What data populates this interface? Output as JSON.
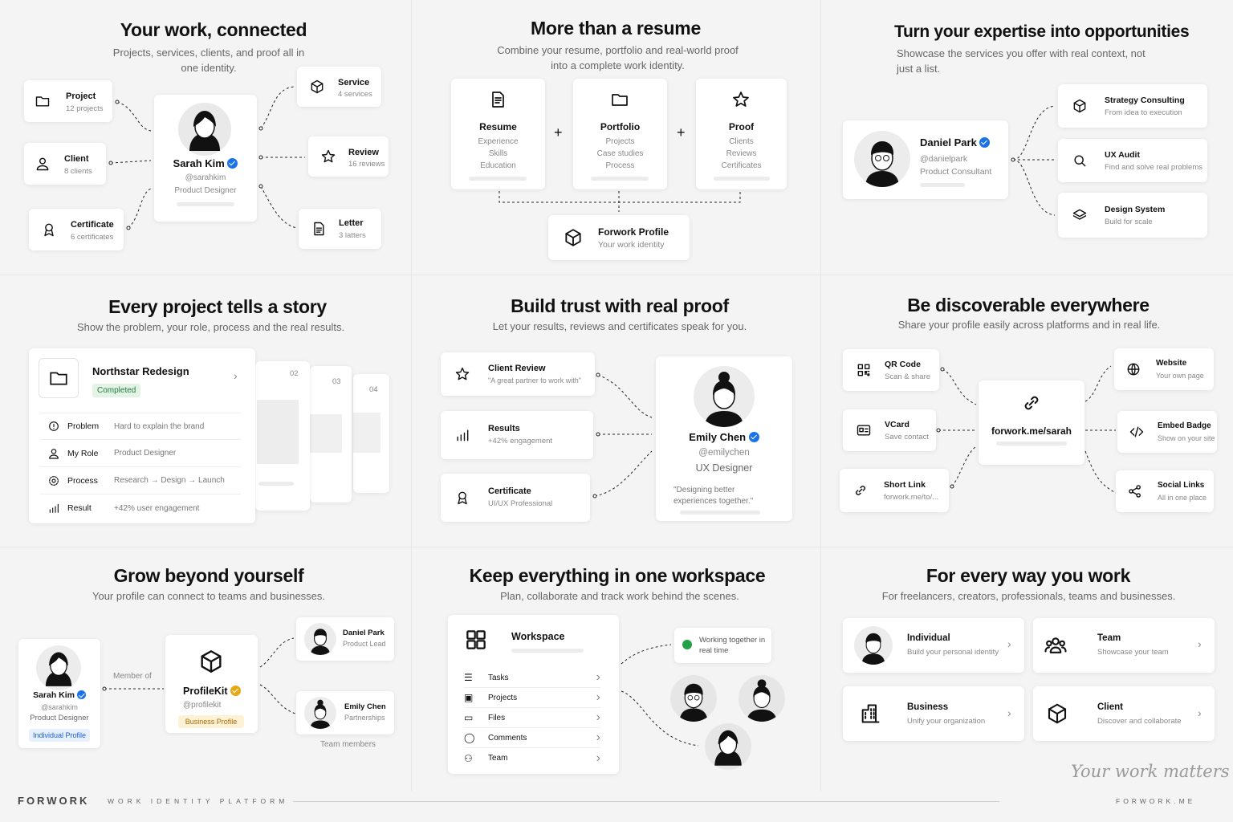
{
  "p1": {
    "title": "Your work, connected",
    "subtitle": "Projects, services, clients, and proof all in one identity.",
    "profile": {
      "name": "Sarah Kim",
      "handle": "@sarahkim",
      "role": "Product Designer"
    },
    "items": [
      {
        "label": "Project",
        "sub": "12 projects",
        "icon": "folder-icon"
      },
      {
        "label": "Client",
        "sub": "8 clients",
        "icon": "user-icon"
      },
      {
        "label": "Certificate",
        "sub": "6 certificates",
        "icon": "award-icon"
      },
      {
        "label": "Service",
        "sub": "4 services",
        "icon": "cube-icon"
      },
      {
        "label": "Review",
        "sub": "16 reviews",
        "icon": "star-icon"
      },
      {
        "label": "Letter",
        "sub": "3 latters",
        "icon": "document-icon"
      }
    ]
  },
  "p2": {
    "title": "More than a resume",
    "subtitle": "Combine your resume, portfolio and real-world proof into a complete work identity.",
    "cols": [
      {
        "label": "Resume",
        "lines": [
          "Experience",
          "Skills",
          "Education"
        ]
      },
      {
        "label": "Portfolio",
        "lines": [
          "Projects",
          "Case studies",
          "Process"
        ]
      },
      {
        "label": "Proof",
        "lines": [
          "Clients",
          "Reviews",
          "Certificates"
        ]
      }
    ],
    "plus": "+",
    "result": {
      "label": "Forwork Profile",
      "sub": "Your work identity"
    }
  },
  "p3": {
    "title": "Turn your expertise into opportunities",
    "subtitle": "Showcase the services you offer with real context, not just a list.",
    "profile": {
      "name": "Daniel Park",
      "handle": "@danielpark",
      "role": "Product Consultant"
    },
    "services": [
      {
        "label": "Strategy Consulting",
        "sub": "From idea to execution"
      },
      {
        "label": "UX Audit",
        "sub": "Find and solve real problems"
      },
      {
        "label": "Design System",
        "sub": "Build for scale"
      }
    ]
  },
  "p4": {
    "title": "Every project tells a story",
    "subtitle": "Show the problem, your role, process and the real results.",
    "project": {
      "name": "Northstar Redesign",
      "status": "Completed"
    },
    "rows": [
      {
        "k": "Problem",
        "v": "Hard to explain the brand"
      },
      {
        "k": "My Role",
        "v": "Product Designer"
      },
      {
        "k": "Process",
        "v": "Research → Design → Launch"
      },
      {
        "k": "Result",
        "v": "+42% user engagement"
      }
    ],
    "pages": [
      "02",
      "03",
      "04"
    ]
  },
  "p5": {
    "title": "Build trust with real proof",
    "subtitle": "Let your results, reviews and certificates speak for you.",
    "items": [
      {
        "label": "Client Review",
        "sub": "\"A great partner to work with\""
      },
      {
        "label": "Results",
        "sub": "+42% engagement"
      },
      {
        "label": "Certificate",
        "sub": "UI/UX Professional"
      }
    ],
    "profile": {
      "name": "Emily Chen",
      "handle": "@emilychen",
      "role": "UX Designer",
      "quote": "\"Designing better experiences together.\""
    }
  },
  "p6": {
    "title": "Be discoverable everywhere",
    "subtitle": "Share your profile easily across platforms and in real life.",
    "link": "forwork.me/sarah",
    "left": [
      {
        "label": "QR Code",
        "sub": "Scan & share"
      },
      {
        "label": "VCard",
        "sub": "Save contact"
      },
      {
        "label": "Short Link",
        "sub": "forwork.me/to/..."
      }
    ],
    "right": [
      {
        "label": "Website",
        "sub": "Your own page"
      },
      {
        "label": "Embed Badge",
        "sub": "Show on your site"
      },
      {
        "label": "Social Links",
        "sub": "All in one place"
      }
    ]
  },
  "p7": {
    "title": "Grow beyond yourself",
    "subtitle": "Your profile can connect to teams and businesses.",
    "profile": {
      "name": "Sarah Kim",
      "handle": "@sarahkim",
      "role": "Product Designer",
      "tag": "Individual Profile"
    },
    "member": "Member of",
    "org": {
      "name": "ProfileKit",
      "handle": "@profilekit",
      "tag": "Business Profile"
    },
    "team": [
      {
        "name": "Daniel Park",
        "sub": "Product Lead"
      },
      {
        "name": "Emily Chen",
        "sub": "Partnerships"
      }
    ],
    "team_label": "Team members"
  },
  "p8": {
    "title": "Keep everything in one workspace",
    "subtitle": "Plan, collaborate and track work behind the scenes.",
    "workspace": "Workspace",
    "menu": [
      "Tasks",
      "Projects",
      "Files",
      "Comments",
      "Team"
    ],
    "status": "Working together in real time"
  },
  "p9": {
    "title": "For every way you work",
    "subtitle": "For freelancers, creators, professionals, teams and businesses.",
    "types": [
      {
        "label": "Individual",
        "sub": "Build your personal identity"
      },
      {
        "label": "Team",
        "sub": "Showcase your team"
      },
      {
        "label": "Business",
        "sub": "Unify your organization"
      },
      {
        "label": "Client",
        "sub": "Discover and collaborate"
      }
    ]
  },
  "footer": {
    "brand": "FORWORK",
    "tagline": "WORK IDENTITY PLATFORM",
    "script": "Your work matters",
    "url": "FORWORK.ME"
  }
}
